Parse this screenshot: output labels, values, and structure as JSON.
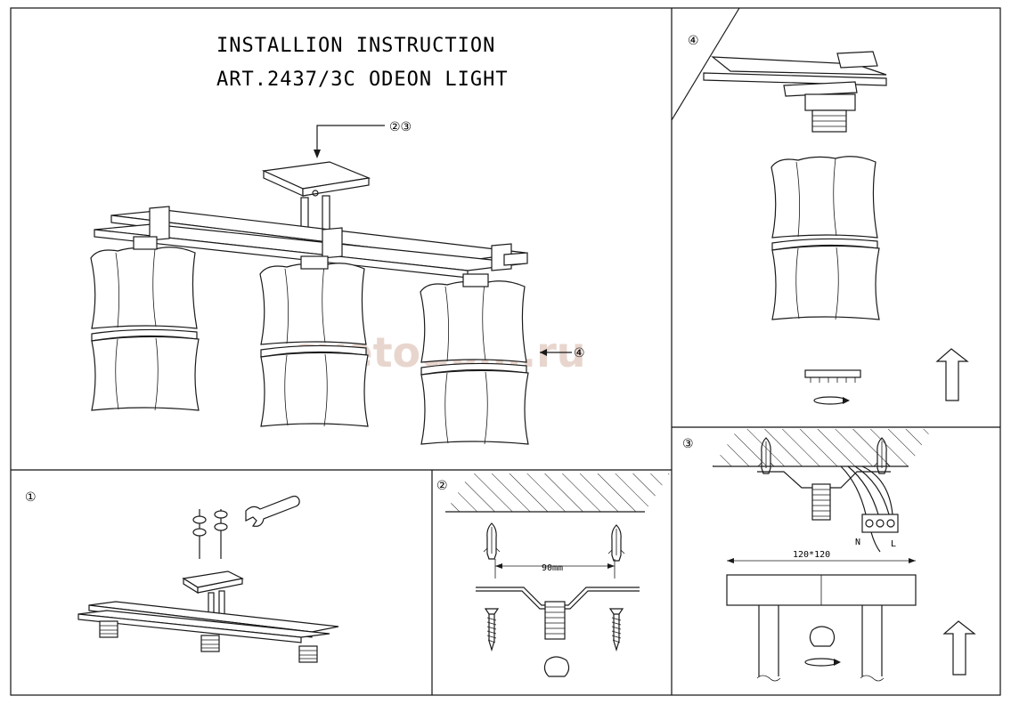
{
  "title": {
    "line1": "INSTALLION INSTRUCTION",
    "line2": "ART.2437/3C ODEON LIGHT"
  },
  "watermark": "svetodom.ru",
  "callouts": {
    "main_top": "②③",
    "main_glass": "④",
    "panel_1": "①",
    "panel_2": "②",
    "panel_3": "③",
    "panel_4": "④"
  },
  "panel_2": {
    "dimension": "90mm"
  },
  "panel_3": {
    "dimension": "120*120",
    "terminal_left": "N",
    "terminal_right": "L"
  },
  "colors": {
    "line": "#1a1a1a",
    "watermark": "#e4cfc6",
    "background": "#ffffff"
  },
  "icons": [
    "wrench-icon",
    "screw-icon",
    "wall-plug-icon",
    "rotation-arrow-icon",
    "up-arrow-icon",
    "bulb-icon",
    "terminal-block-icon"
  ]
}
